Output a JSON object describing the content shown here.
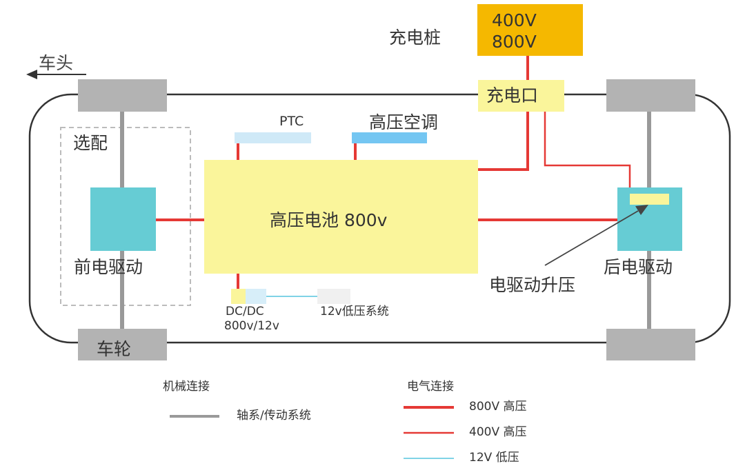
{
  "labels": {
    "head": "车头",
    "charging_pile": "充电桩",
    "voltage_400": "400V",
    "voltage_800": "800V",
    "charging_port": "充电口",
    "ptc": "PTC",
    "hv_ac": "高压空调",
    "optional": "选配",
    "front_drive": "前电驱动",
    "battery": "高压电池 800v",
    "rear_drive": "后电驱动",
    "boost": "电驱动升压",
    "dcdc_line1": "DC/DC",
    "dcdc_line2": "800v/12v",
    "lv_system": "12v低压系统",
    "wheel": "车轮"
  },
  "legend": {
    "mechanical": {
      "title": "机械连接",
      "items": [
        {
          "label": "轴系/传动系统",
          "color": "#999999"
        }
      ]
    },
    "electrical": {
      "title": "电气连接",
      "items": [
        {
          "label": "800V 高压",
          "color": "#e53935"
        },
        {
          "label": "400V 高压",
          "color": "#e53935"
        },
        {
          "label": "12V 低压",
          "color": "#7fd3e6"
        }
      ]
    }
  },
  "colors": {
    "wheel": "#b3b3b3",
    "battery": "#faf59b",
    "charging_pile": "#f5b800",
    "drive_unit": "#66ccd4",
    "ptc": "#cfe9f7",
    "hv_ac": "#74c6f2",
    "hv_line": "#e53935",
    "lv_line": "#7fd3e6",
    "shaft": "#999999"
  }
}
